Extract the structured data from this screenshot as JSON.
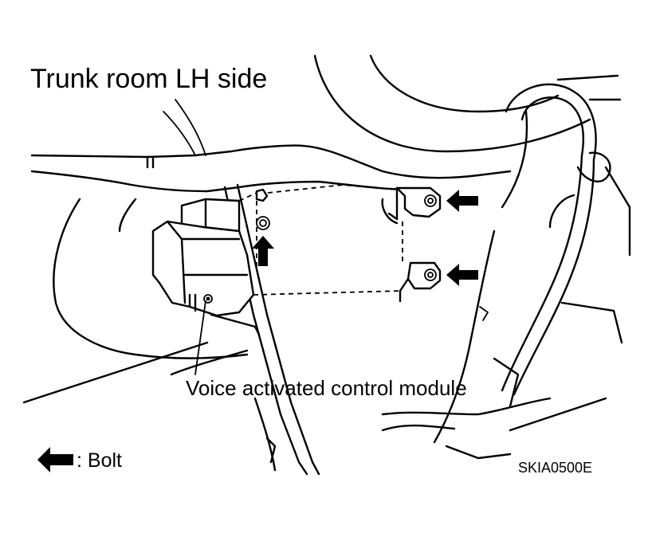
{
  "diagram": {
    "title": "Trunk room LH side",
    "callout_label": "Voice activated control module",
    "legend_symbol_text": ": Bolt",
    "figure_code": "SKIA0500E"
  }
}
